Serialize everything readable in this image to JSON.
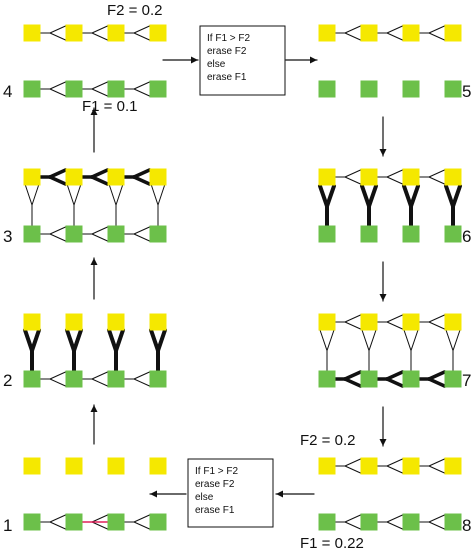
{
  "colors": {
    "yellow": "#f5e800",
    "green": "#6cc04a",
    "line": "#111111",
    "highlight": "#e0205a",
    "background": "#ffffff"
  },
  "step_numbers": [
    "1",
    "2",
    "3",
    "4",
    "5",
    "6",
    "7",
    "8"
  ],
  "fitness_labels": {
    "step4_top": "F2 = 0.2",
    "step4_bottom": "F1 = 0.1",
    "step8_top": "F2 = 0.2",
    "step8_bottom": "F1 = 0.22"
  },
  "rule_box_top": [
    "If F1 > F2",
    "erase F2",
    "else",
    "erase F1"
  ],
  "rule_box_bottom": [
    "If F1 > F2",
    "erase F2",
    "else",
    "erase F1"
  ]
}
